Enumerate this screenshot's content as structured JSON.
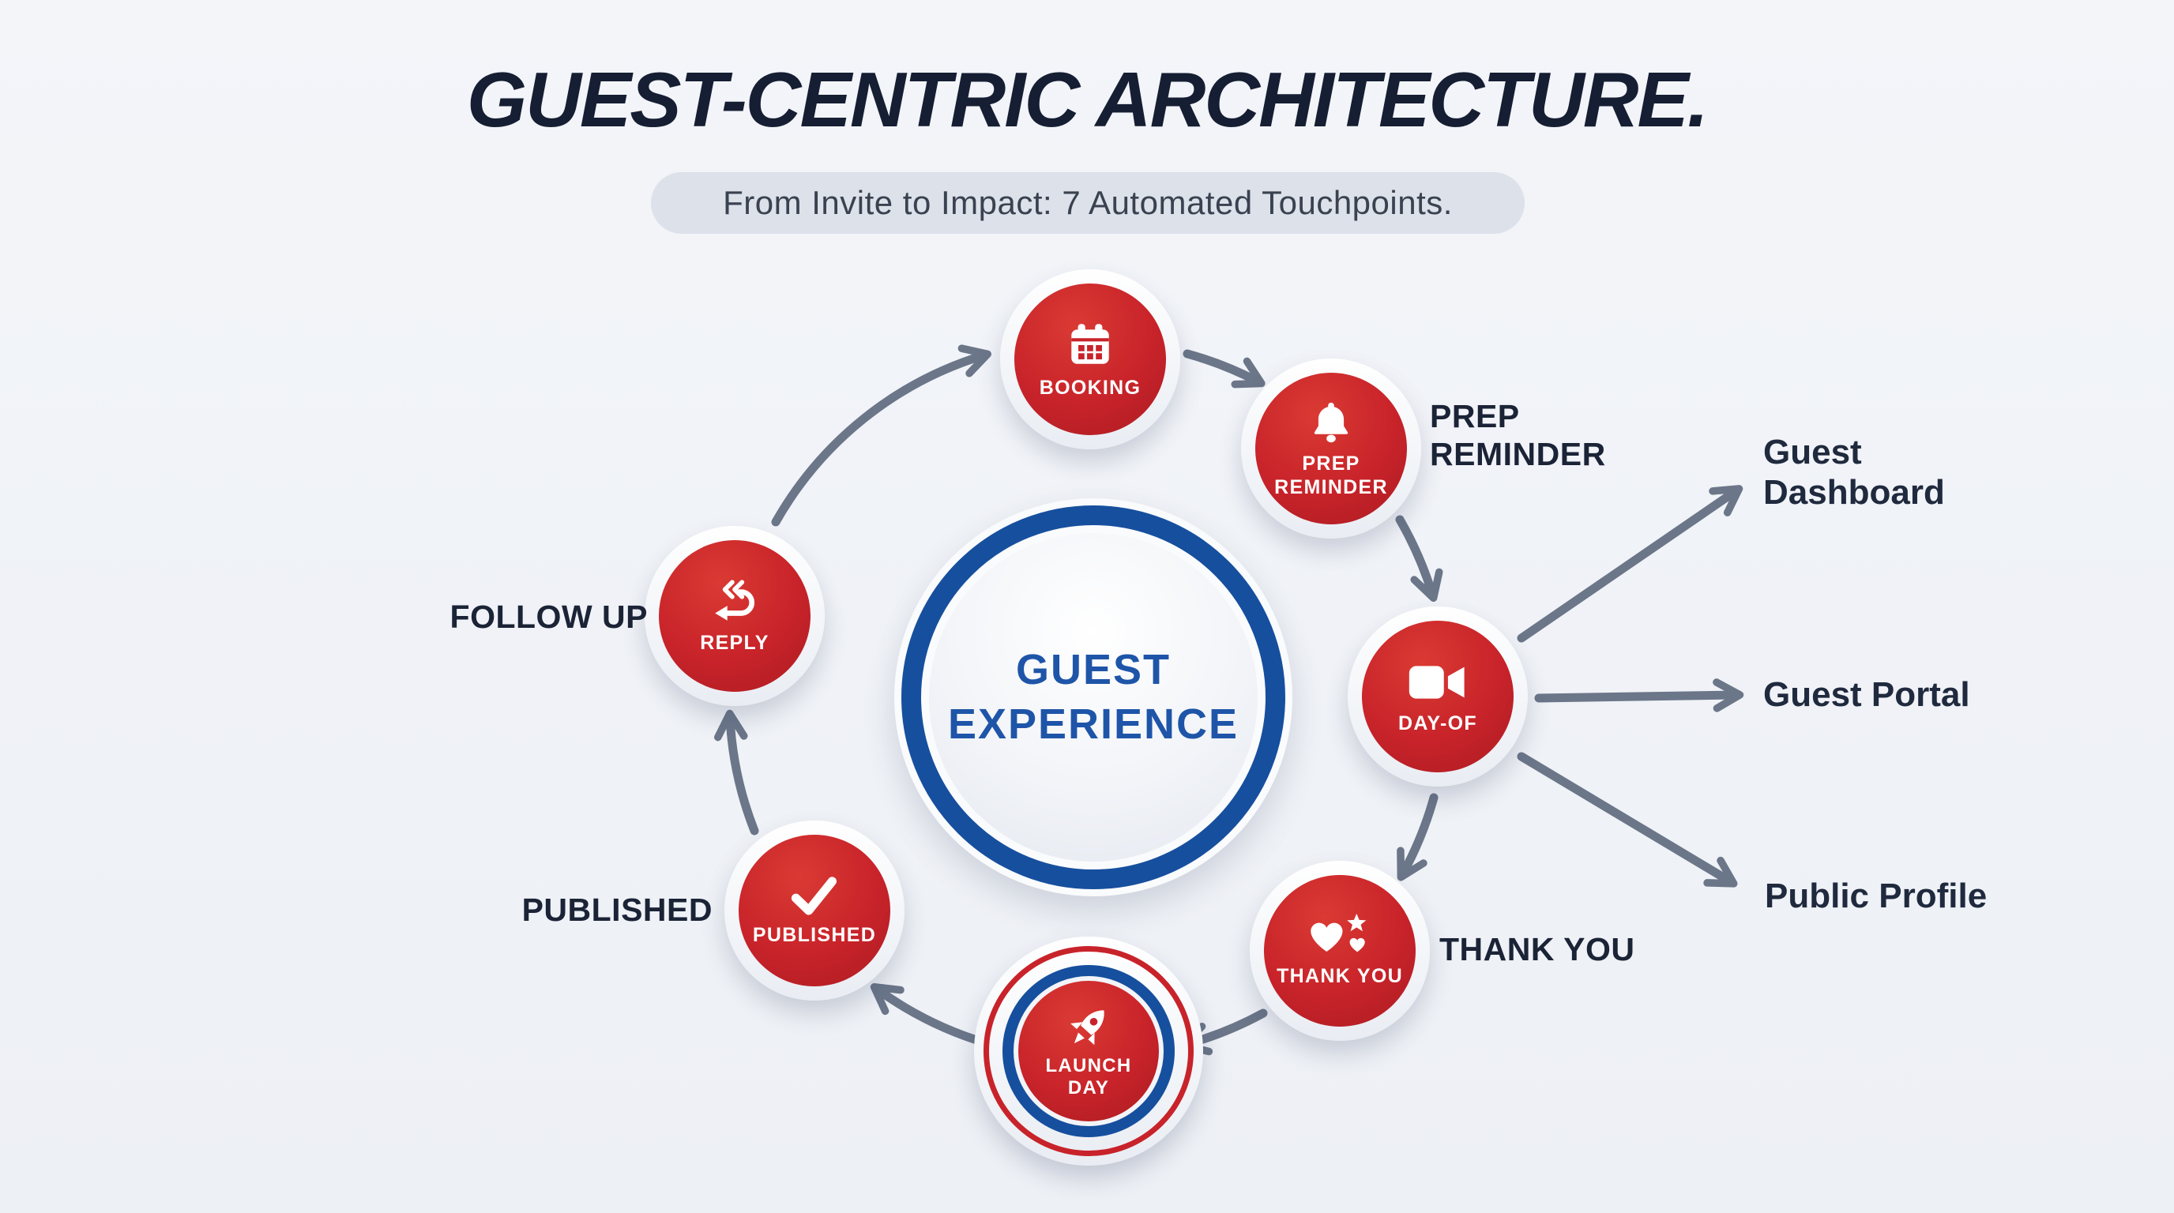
{
  "title": "GUEST-CENTRIC ARCHITECTURE.",
  "subtitle": "From Invite to Impact: 7 Automated Touchpoints.",
  "center": {
    "line1": "GUEST",
    "line2": "EXPERIENCE"
  },
  "nodes": [
    {
      "id": "booking",
      "label": "BOOKING",
      "icon": "calendar-icon"
    },
    {
      "id": "prep-reminder",
      "label": "PREP REMINDER",
      "icon": "bell-icon",
      "outer_label": "PREP REMINDER"
    },
    {
      "id": "day-of",
      "label": "DAY-OF",
      "icon": "video-camera-icon"
    },
    {
      "id": "thank-you",
      "label": "THANK YOU",
      "icon": "hearts-star-icon",
      "outer_label": "THANK YOU"
    },
    {
      "id": "launch-day",
      "label": "LAUNCH DAY",
      "icon": "rocket-icon"
    },
    {
      "id": "published",
      "label": "PUBLISHED",
      "icon": "check-icon",
      "outer_label": "PUBLISHED"
    },
    {
      "id": "reply",
      "label": "REPLY",
      "icon": "reply-icon",
      "outer_label": "FOLLOW UP"
    }
  ],
  "outputs": [
    {
      "label": "Guest Dashboard"
    },
    {
      "label": "Guest Portal"
    },
    {
      "label": "Public Profile"
    }
  ],
  "colors": {
    "red": "#c8232a",
    "red-dark": "#a91b21",
    "navy": "#1b2336",
    "blue-ring": "#164f9e",
    "blue-text": "#1e55a8",
    "arrow": "#6b7689",
    "bg": "#eff1f6",
    "pill-bg": "#dce1ea",
    "pill-text": "#3a4250"
  }
}
